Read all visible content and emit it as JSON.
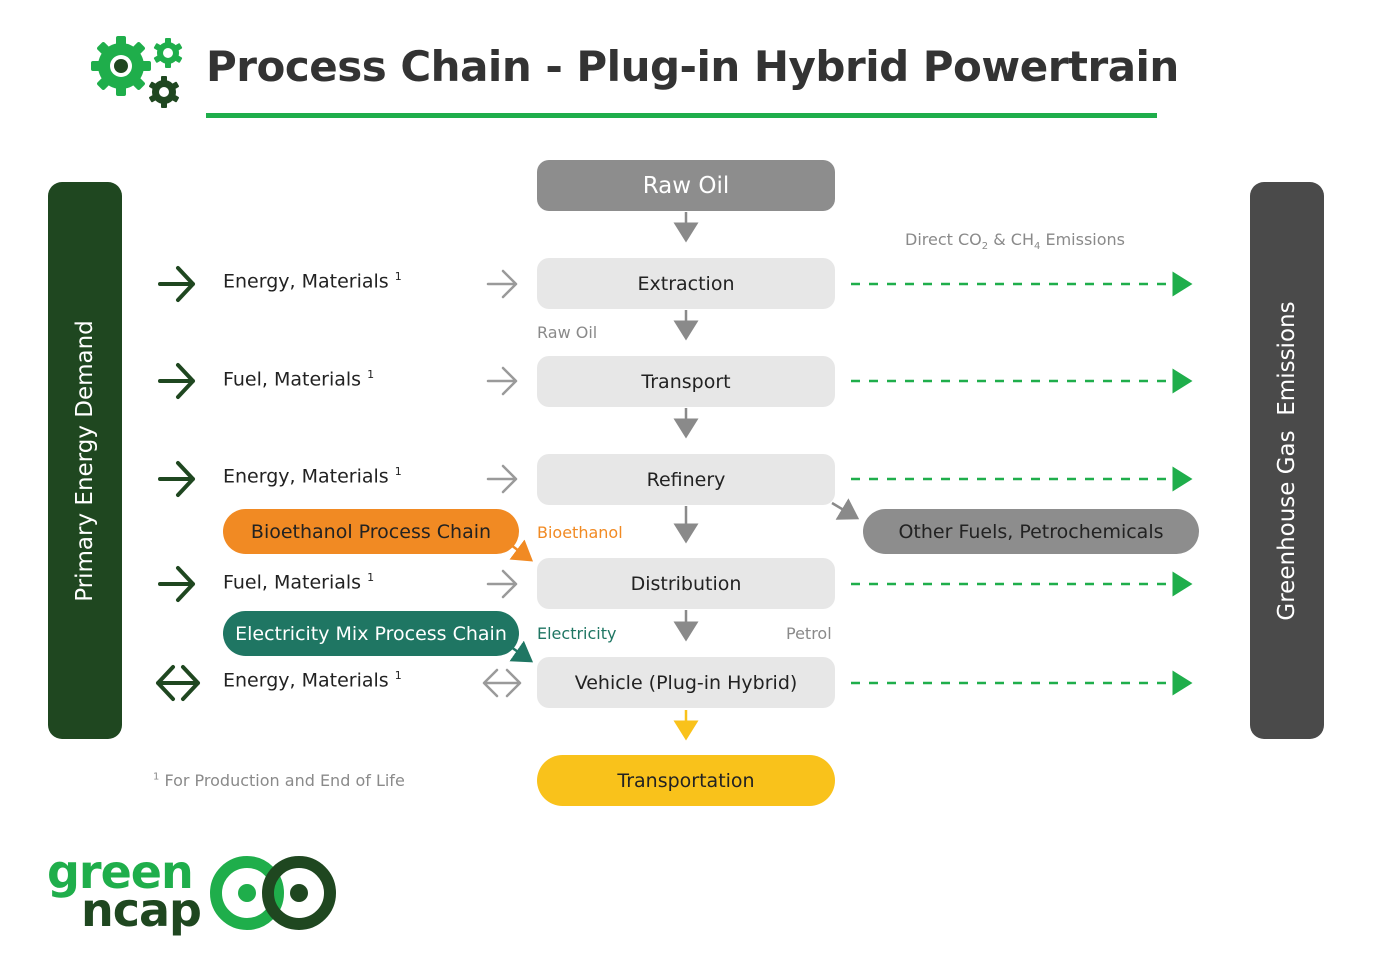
{
  "title": "Process Chain - Plug-in Hybrid Powertrain",
  "left_bar": "Primary Energy Demand",
  "right_bar": "Greenhouse Gas  Emissions",
  "emissions_label": {
    "pre1": "Direct CO",
    "sub1": "2",
    "mid": " & CH",
    "sub2": "4",
    "post": " Emissions"
  },
  "chain": {
    "raw_oil": "Raw Oil",
    "extraction": "Extraction",
    "transport": "Transport",
    "refinery": "Refinery",
    "distribution": "Distribution",
    "vehicle": "Vehicle (Plug-in Hybrid)",
    "transportation": "Transportation"
  },
  "inputs": {
    "extraction": "Energy, Materials",
    "transport": "Fuel, Materials",
    "refinery": "Energy, Materials",
    "distribution": "Fuel, Materials",
    "vehicle": "Energy, Materials",
    "marker": "1"
  },
  "flows": {
    "raw_oil": "Raw Oil",
    "bioethanol": "Bioethanol",
    "electricity": "Electricity",
    "petrol": "Petrol"
  },
  "side_chains": {
    "bioethanol": "Bioethanol Process Chain",
    "electricity": "Electricity Mix Process Chain",
    "other_fuels": "Other Fuels, Petrochemicals"
  },
  "footnote": {
    "marker": "1",
    "text": " For Production and End of Life"
  },
  "logo": {
    "line1": "green",
    "line2": "ncap"
  },
  "colors": {
    "green_accent": "#1fae4b",
    "dark_green": "#1f4720",
    "dark_grey": "#4a4a4a",
    "box_grey": "#e7e7e7",
    "raw_grey": "#8d8d8d",
    "orange": "#f18a23",
    "teal": "#1f7663",
    "yellow": "#f9c21b"
  }
}
